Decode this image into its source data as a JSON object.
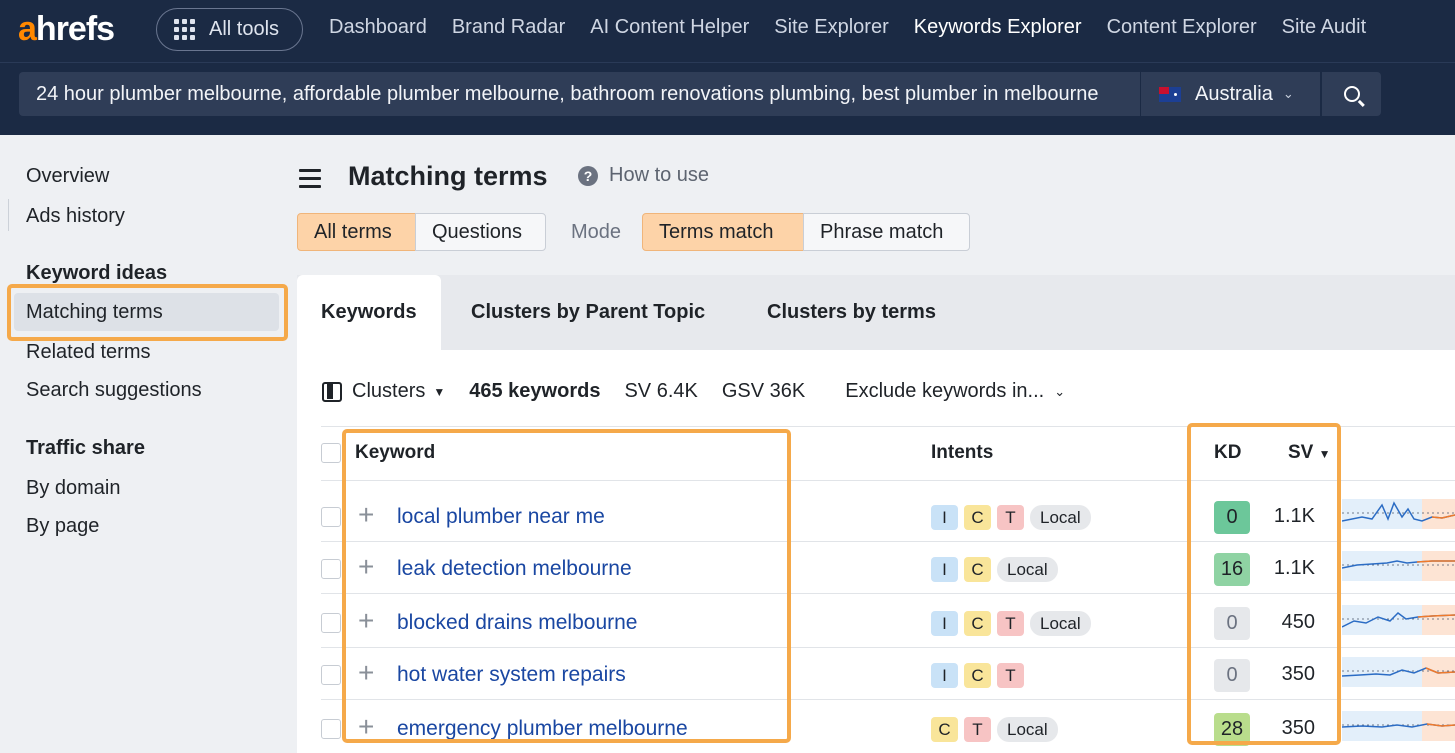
{
  "brand": {
    "logo_a": "a",
    "logo_rest": "hrefs",
    "accent": "#ff8800"
  },
  "topnav": {
    "all_tools": "All tools",
    "items": [
      "Dashboard",
      "Brand Radar",
      "AI Content Helper",
      "Site Explorer",
      "Keywords Explorer",
      "Content Explorer",
      "Site Audit"
    ],
    "active": "Keywords Explorer"
  },
  "search": {
    "query": "24 hour plumber melbourne, affordable plumber melbourne, bathroom renovations plumbing, best plumber in melbourne",
    "country": "Australia"
  },
  "sidebar": {
    "items_top": [
      "Overview",
      "Ads history"
    ],
    "section_keyword_ideas": "Keyword ideas",
    "keyword_ideas": [
      "Matching terms",
      "Related terms",
      "Search suggestions"
    ],
    "section_traffic_share": "Traffic share",
    "traffic_share": [
      "By domain",
      "By page"
    ]
  },
  "main": {
    "title": "Matching terms",
    "help": "How to use",
    "filters": {
      "all_terms": "All terms",
      "questions": "Questions",
      "mode": "Mode",
      "terms_match": "Terms match",
      "phrase_match": "Phrase match"
    },
    "tabs": [
      "Keywords",
      "Clusters by Parent Topic",
      "Clusters by terms"
    ],
    "toolbar": {
      "clusters": "Clusters",
      "count": "465 keywords",
      "sv": "SV 6.4K",
      "gsv": "GSV 36K",
      "exclude": "Exclude keywords in..."
    },
    "columns": {
      "keyword": "Keyword",
      "intents": "Intents",
      "kd": "KD",
      "sv": "SV"
    },
    "rows": [
      {
        "keyword": "local plumber near me",
        "intents": [
          "I",
          "C",
          "T",
          "Local"
        ],
        "kd": "0",
        "sv": "1.1K",
        "kd_color": "#6cc79a"
      },
      {
        "keyword": "leak detection melbourne",
        "intents": [
          "I",
          "C",
          "Local"
        ],
        "kd": "16",
        "sv": "1.1K",
        "kd_color": "#8fd3a3"
      },
      {
        "keyword": "blocked drains melbourne",
        "intents": [
          "I",
          "C",
          "T",
          "Local"
        ],
        "kd": "0",
        "sv": "450",
        "kd_color": "#e6e8eb"
      },
      {
        "keyword": "hot water system repairs",
        "intents": [
          "I",
          "C",
          "T"
        ],
        "kd": "0",
        "sv": "350",
        "kd_color": "#e6e8eb"
      },
      {
        "keyword": "emergency plumber melbourne",
        "intents": [
          "C",
          "T",
          "Local"
        ],
        "kd": "28",
        "sv": "350",
        "kd_color": "#b9dd8c"
      }
    ]
  },
  "icons": {
    "grid": "grid-icon",
    "search": "search-icon",
    "help": "help-icon",
    "menu": "hamburger-icon",
    "clusters": "clusters-icon",
    "add": "plus-icon"
  }
}
